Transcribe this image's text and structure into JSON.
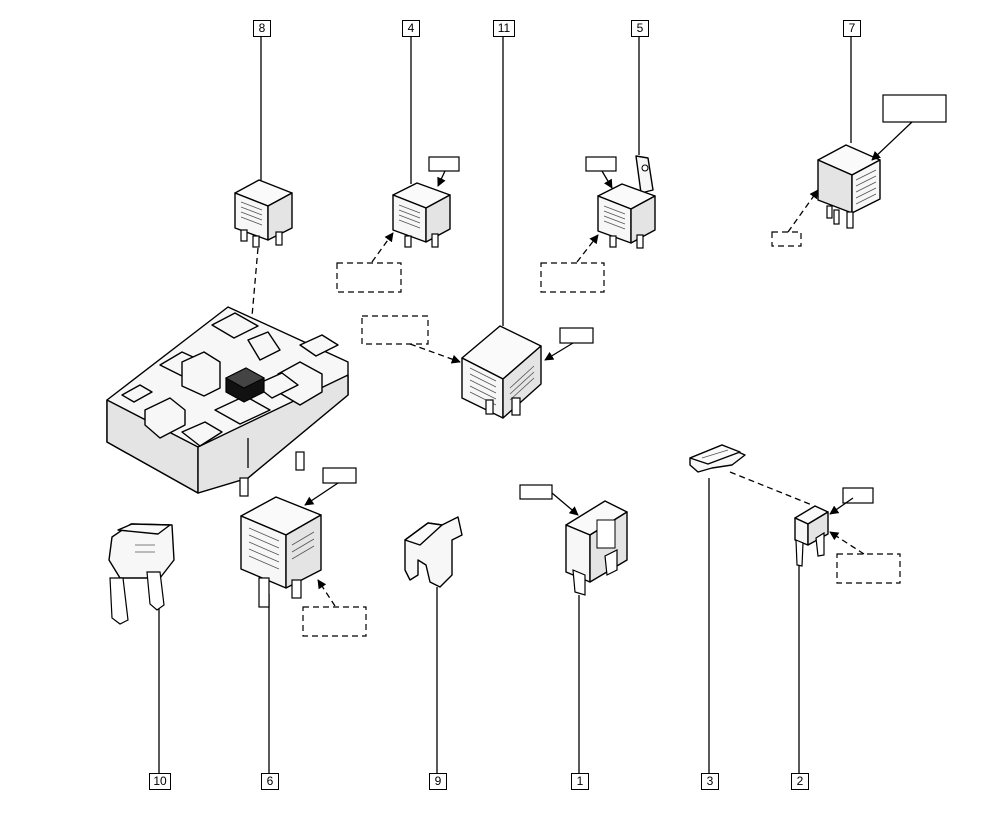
{
  "callouts": [
    {
      "id": "c8",
      "label": "8"
    },
    {
      "id": "c4",
      "label": "4"
    },
    {
      "id": "c11",
      "label": "11"
    },
    {
      "id": "c5",
      "label": "5"
    },
    {
      "id": "c7",
      "label": "7"
    },
    {
      "id": "c10",
      "label": "10"
    },
    {
      "id": "c6",
      "label": "6"
    },
    {
      "id": "c9",
      "label": "9"
    },
    {
      "id": "c1",
      "label": "1"
    },
    {
      "id": "c3",
      "label": "3"
    },
    {
      "id": "c2",
      "label": "2"
    }
  ]
}
